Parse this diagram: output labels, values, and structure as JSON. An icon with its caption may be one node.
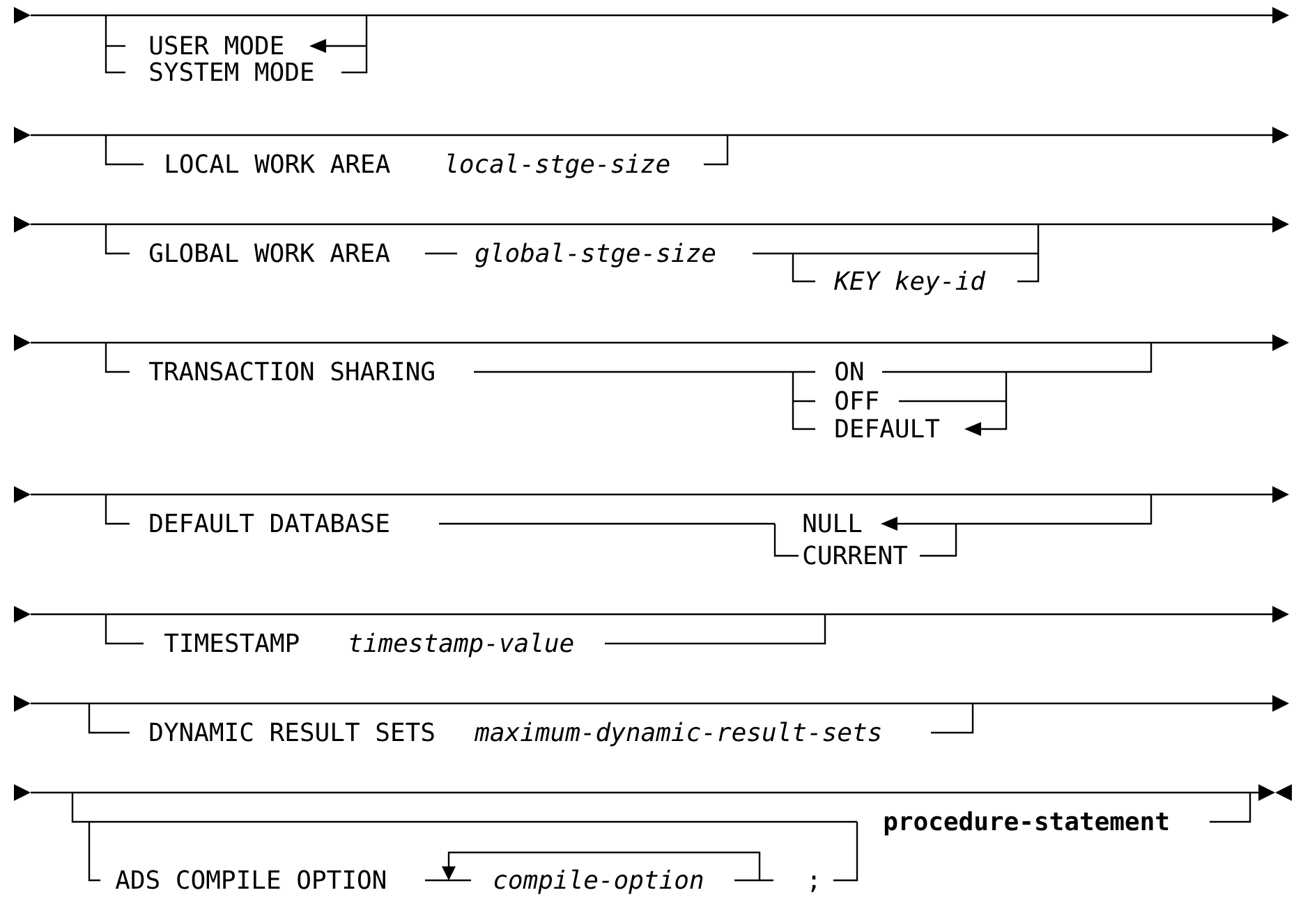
{
  "diagram": {
    "labels": [
      "USER MODE",
      "SYSTEM MODE",
      "LOCAL WORK AREA",
      "local-stge-size",
      "GLOBAL WORK AREA",
      "global-stge-size",
      "KEY key-id",
      "TRANSACTION SHARING",
      "ON",
      "OFF",
      "DEFAULT",
      "DEFAULT DATABASE",
      "NULL",
      "CURRENT",
      "TIMESTAMP",
      "timestamp-value",
      "DYNAMIC RESULT SETS",
      "maximum-dynamic-result-sets",
      "procedure-statement",
      "ADS COMPILE OPTION",
      "compile-option",
      ";"
    ]
  }
}
